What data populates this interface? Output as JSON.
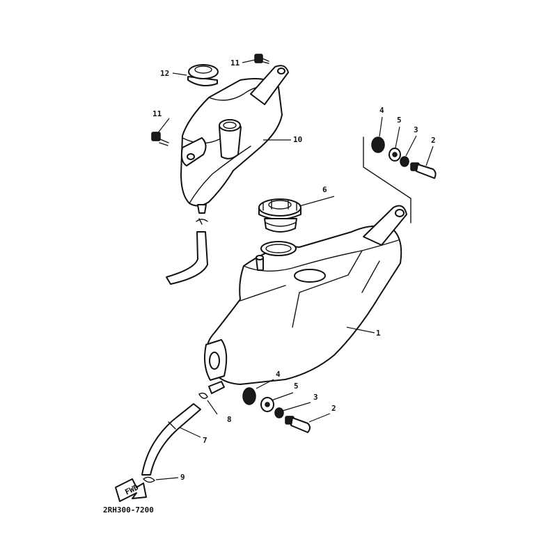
{
  "diagram_code": "2RH300-7200",
  "fwd_label": "FWD",
  "callouts": {
    "tank_main": "1",
    "bolt_upper": "2",
    "washer_upper": "3",
    "grommet_upper": "4",
    "collar_upper": "5",
    "tank_cap": "6",
    "bolt_lower": "2",
    "washer_lower": "3",
    "grommet_lower": "4",
    "collar_lower": "5",
    "hose_main": "7",
    "clip_outlet": "8",
    "clip_hose_end": "9",
    "reservoir_tank": "10",
    "screw_top": "11",
    "screw_side": "11",
    "reservoir_cap": "12"
  }
}
